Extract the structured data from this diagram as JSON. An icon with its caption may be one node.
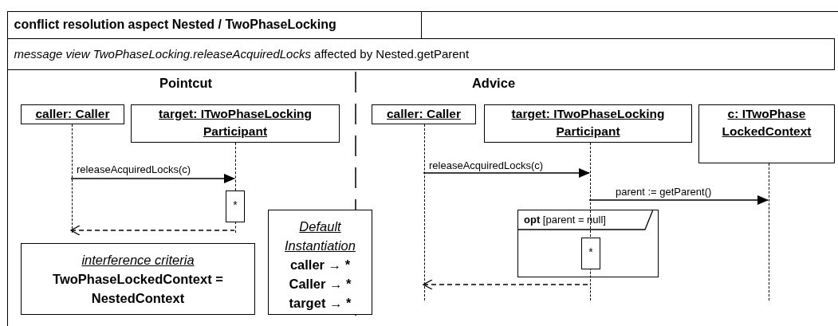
{
  "diagram": {
    "nodes": [
      {
        "text": [
          "conflict resolution aspect Nested / TwoPhaseLocking"
        ]
      },
      {
        "text": [
          "*message view TwoPhaseLocking.releaseAcquiredLocks* affected by Nested.getParent"
        ],
        "in": 0
      },
      {
        "text": [
          "caller: Caller"
        ],
        "in": 0
      },
      {
        "text": [
          "target: ITwoPhaseLocking Participant"
        ],
        "in": 0
      },
      {
        "text": [
          "*"
        ],
        "in": 0
      },
      {
        "text": [
          "interference criteria",
          "TwoPhaseLockedContext = NestedContext"
        ],
        "in": 0
      },
      {
        "text": [
          "Default Instantiation",
          "caller → *",
          "Caller → *",
          "target → *"
        ],
        "in": 0
      },
      {
        "text": [
          "caller: Caller"
        ],
        "in": 0
      },
      {
        "text": [
          "target: ITwoPhaseLocking Participant"
        ],
        "in": 0
      },
      {
        "text": [
          "c: ITwoPhase LockedContext"
        ],
        "in": 0
      },
      {
        "text": [
          "**opt** [parent = null]"
        ],
        "in": 0
      },
      {
        "text": [
          "*"
        ],
        "in": 10
      },
      {
        "text": [],
        "shape": "lifeline",
        "in": 0
      },
      {
        "text": [],
        "shape": "lifeline",
        "in": 0
      },
      {
        "text": [],
        "shape": "lifeline",
        "in": 0
      },
      {
        "text": [],
        "shape": "lifeline",
        "in": 0
      },
      {
        "text": [],
        "shape": "lifeline",
        "in": 0
      },
      {
        "text": [],
        "shape": "lifeline",
        "in": 0
      },
      {
        "text": [],
        "shape": "lifeline",
        "in": 0
      }
    ],
    "edges": [
      {
        "from": 12,
        "to": 13,
        "arrow": "to",
        "label": "releaseAcquiredLocks(c)"
      },
      {
        "from": 14,
        "to": 12,
        "arrow": "to",
        "style": "dashed"
      },
      {
        "from": 15,
        "to": 16,
        "arrow": "to",
        "label": "releaseAcquiredLocks(c)"
      },
      {
        "from": 16,
        "to": 18,
        "arrow": "to",
        "label": "parent := getParent()"
      },
      {
        "from": 17,
        "to": 15,
        "arrow": "to",
        "style": "dashed"
      }
    ],
    "labels": [
      "Pointcut",
      "Advice"
    ]
  }
}
